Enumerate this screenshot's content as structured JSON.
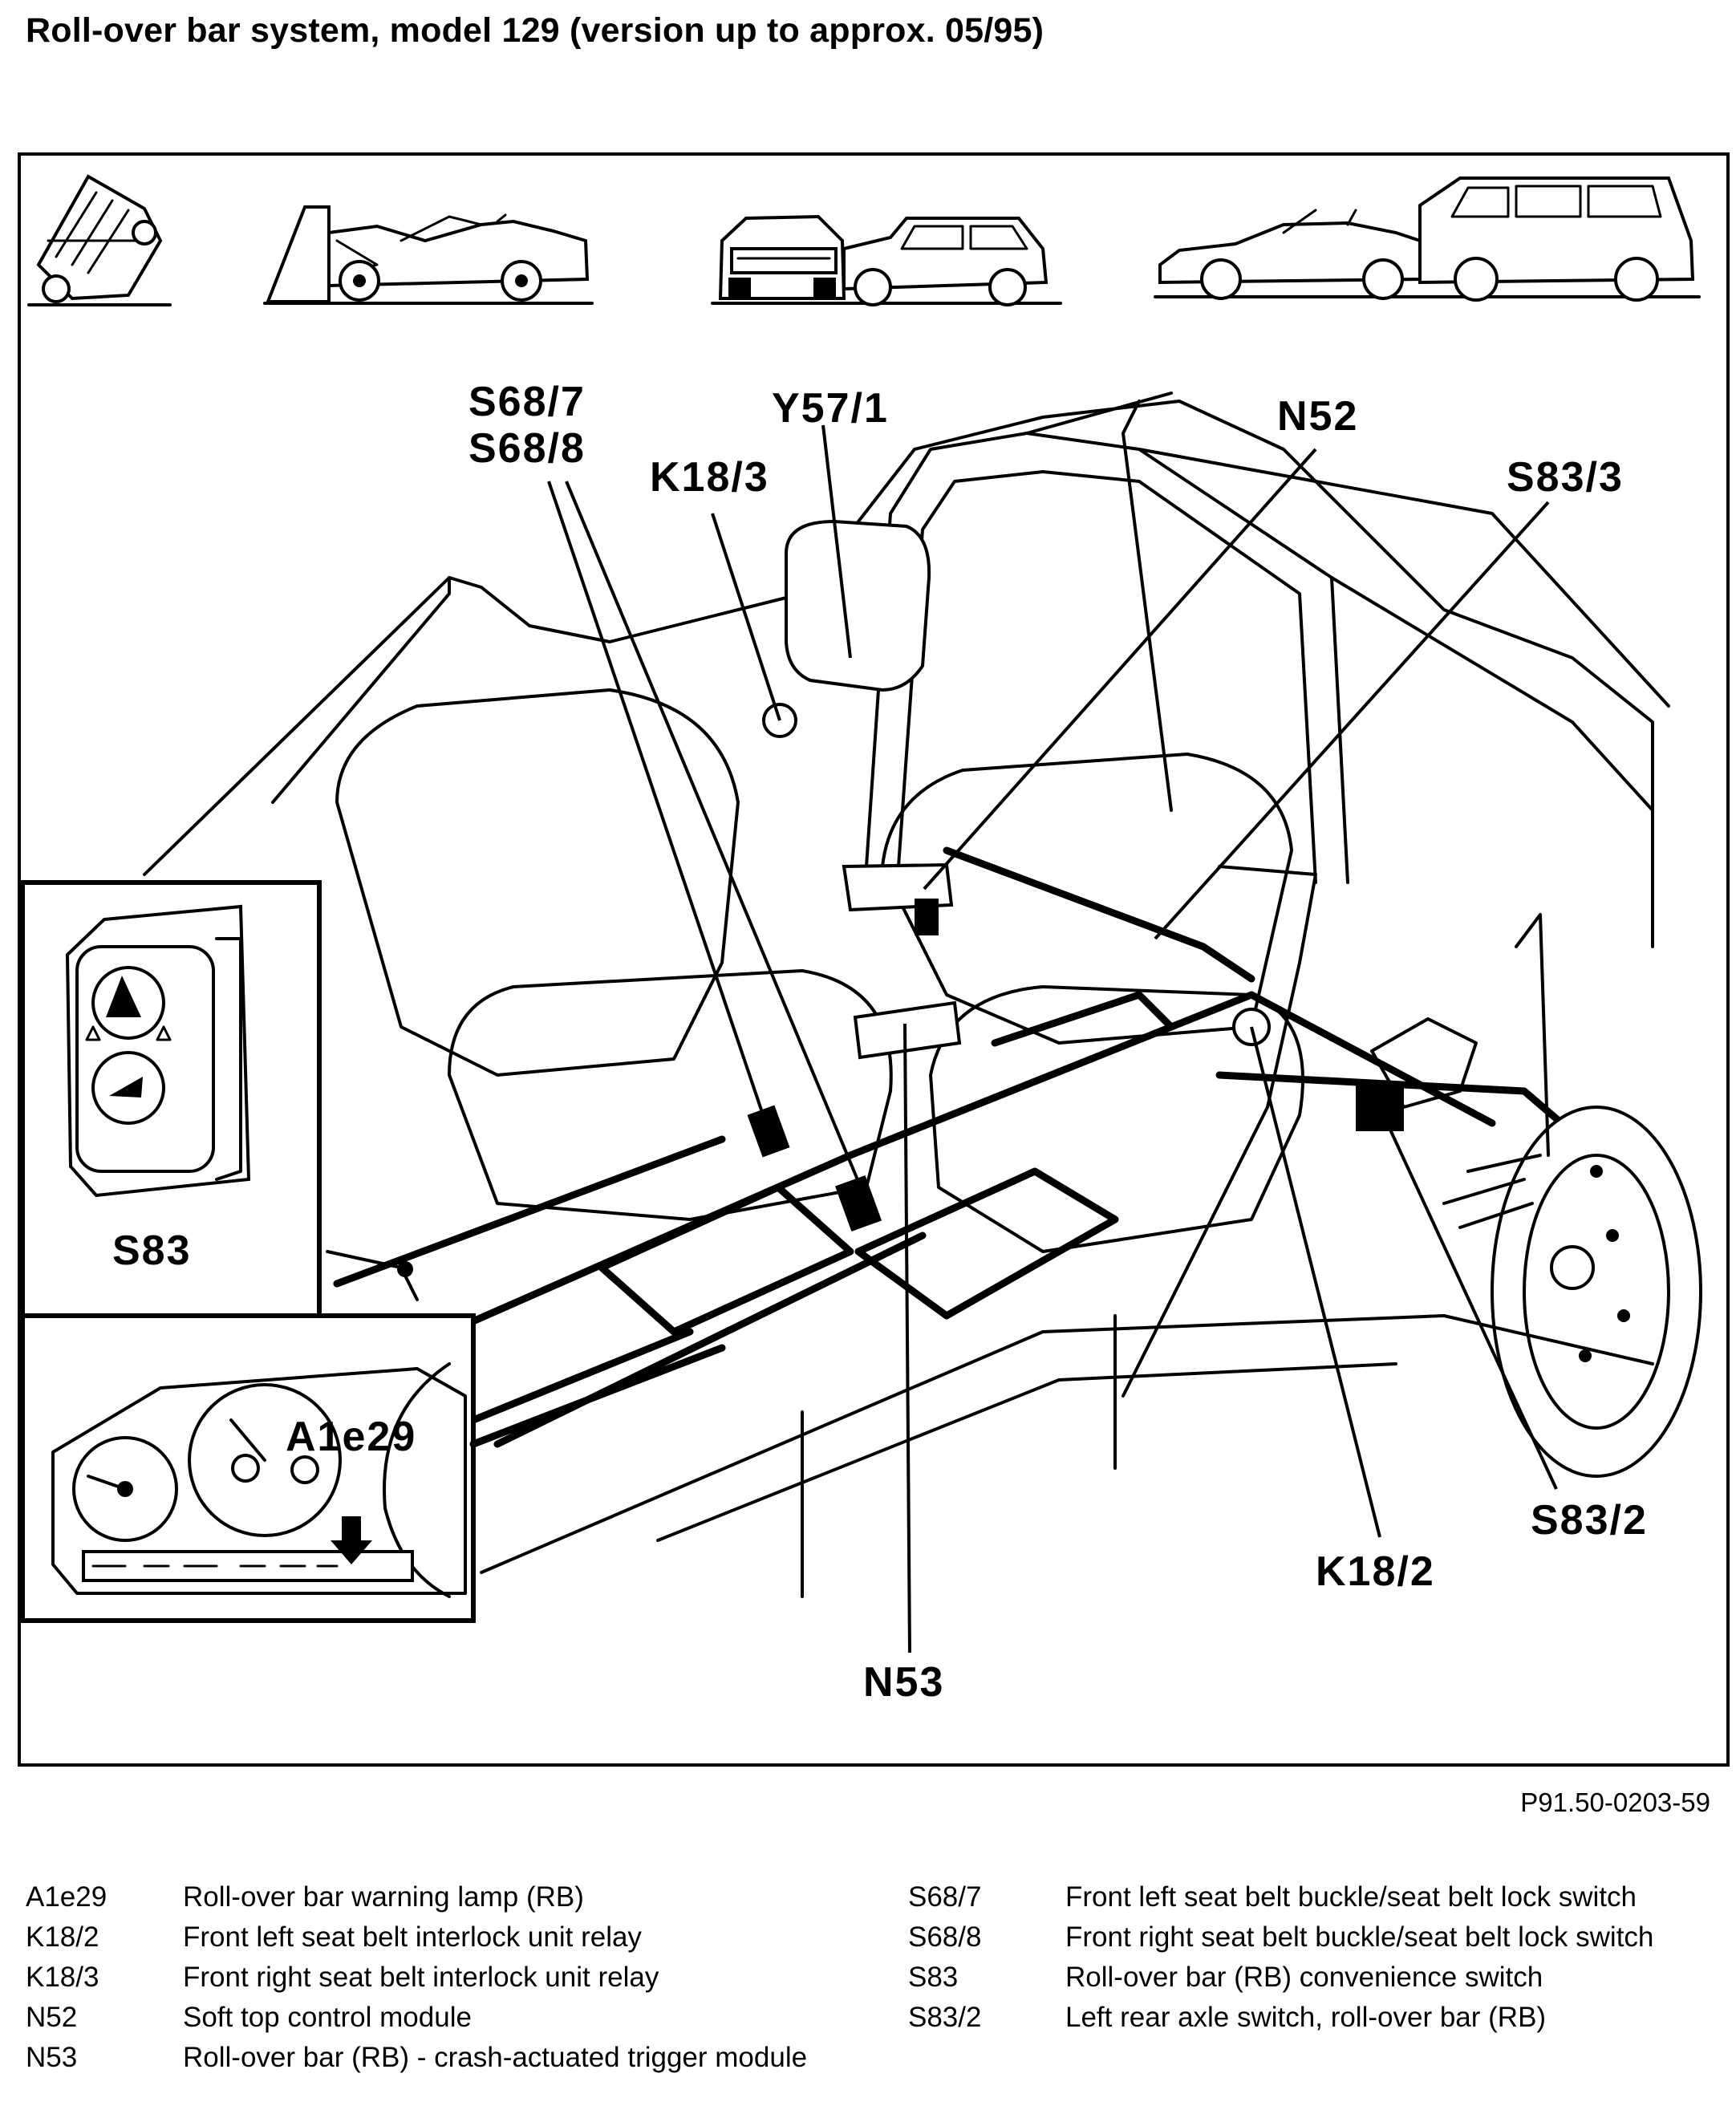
{
  "title": "Roll-over bar system, model 129 (version up to approx. 05/95)",
  "figure_id": "P91.50-0203-59",
  "scenarios": [
    "rollover-car-icon",
    "frontal-wall-crash-icon",
    "offset-car-collision-icon",
    "rear-end-van-collision-icon"
  ],
  "callouts": {
    "s68_7": "S68/7",
    "s68_8": "S68/8",
    "y57_1": "Y57/1",
    "k18_3": "K18/3",
    "n52": "N52",
    "s83_3": "S83/3",
    "s83": "S83",
    "a1e29": "A1e29",
    "s83_2": "S83/2",
    "k18_2": "K18/2",
    "n53": "N53"
  },
  "legend": {
    "left": [
      {
        "code": "A1e29",
        "text": "Roll-over bar warning lamp (RB)"
      },
      {
        "code": "K18/2",
        "text": "Front left seat belt interlock unit relay"
      },
      {
        "code": "K18/3",
        "text": "Front right seat belt interlock unit relay"
      },
      {
        "code": "N52",
        "text": "Soft top control module"
      },
      {
        "code": "N53",
        "text": "Roll-over bar (RB) - crash-actuated trigger module"
      }
    ],
    "right": [
      {
        "code": "S68/7",
        "text": "Front left seat belt buckle/seat belt lock switch"
      },
      {
        "code": "S68/8",
        "text": "Front right seat belt buckle/seat belt lock switch"
      },
      {
        "code": "S83",
        "text": "Roll-over bar (RB) convenience switch"
      },
      {
        "code": "S83/2",
        "text": "Left rear axle switch, roll-over bar (RB)"
      }
    ]
  }
}
